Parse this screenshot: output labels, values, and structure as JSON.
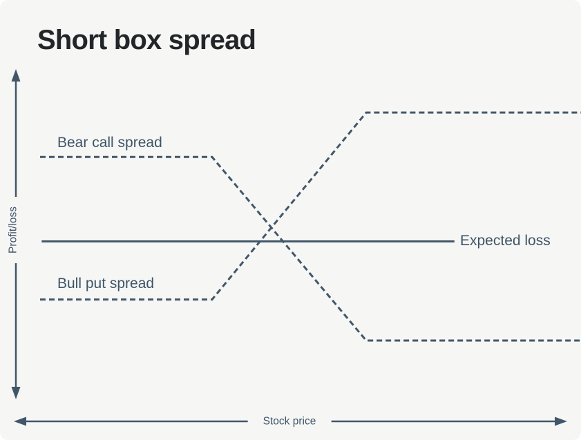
{
  "title": "Short box spread",
  "colors": {
    "page_background": "#ffffff",
    "panel_background": "#f6f6f4",
    "line": "#42566a",
    "label_text": "#3e5468",
    "title_text": "#232629"
  },
  "chart_data": {
    "type": "line",
    "title": "Short box spread",
    "xlabel": "Stock price",
    "ylabel": "Profit/loss",
    "grid": false,
    "axis_style": "double-headed arrows, no ticks, no numeric scale",
    "xlim": [
      0,
      10
    ],
    "ylim": [
      -1.2,
      1.2
    ],
    "series": [
      {
        "name": "Bear call spread",
        "style": "dashed",
        "points": [
          [
            0,
            0.61
          ],
          [
            3.18,
            0.61
          ],
          [
            6.03,
            -1.0
          ],
          [
            10,
            -1.0
          ]
        ],
        "label_position": "above left flat segment"
      },
      {
        "name": "Bull put spread",
        "style": "dashed",
        "points": [
          [
            0,
            -0.64
          ],
          [
            3.18,
            -0.64
          ],
          [
            6.03,
            1.0
          ],
          [
            10,
            1.0
          ]
        ],
        "label_position": "above left flat segment"
      },
      {
        "name": "Expected loss",
        "style": "solid",
        "points": [
          [
            0.03,
            -0.13
          ],
          [
            7.66,
            -0.13
          ]
        ],
        "label_position": "right of line end"
      }
    ]
  }
}
